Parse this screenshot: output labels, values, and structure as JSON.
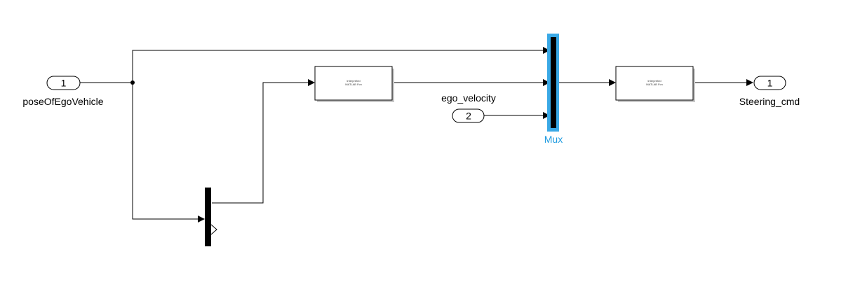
{
  "colors": {
    "selection": "#3aa9e6",
    "mux_label": "#1e9be0",
    "block_fill": "#ffffff",
    "wire": "#000000"
  },
  "inports": [
    {
      "number": "1",
      "label": "poseOfEgoVehicle"
    },
    {
      "number": "2",
      "label": "ego_velocity"
    }
  ],
  "outports": [
    {
      "number": "1",
      "label": "Steering_cmd"
    }
  ],
  "mux": {
    "label": "Mux",
    "selected": true
  },
  "function_blocks": [
    {
      "text_line1": "Interpreted",
      "text_line2": "MATLAB Fcn"
    },
    {
      "text_line1": "Interpreted",
      "text_line2": "MATLAB Fcn"
    }
  ]
}
